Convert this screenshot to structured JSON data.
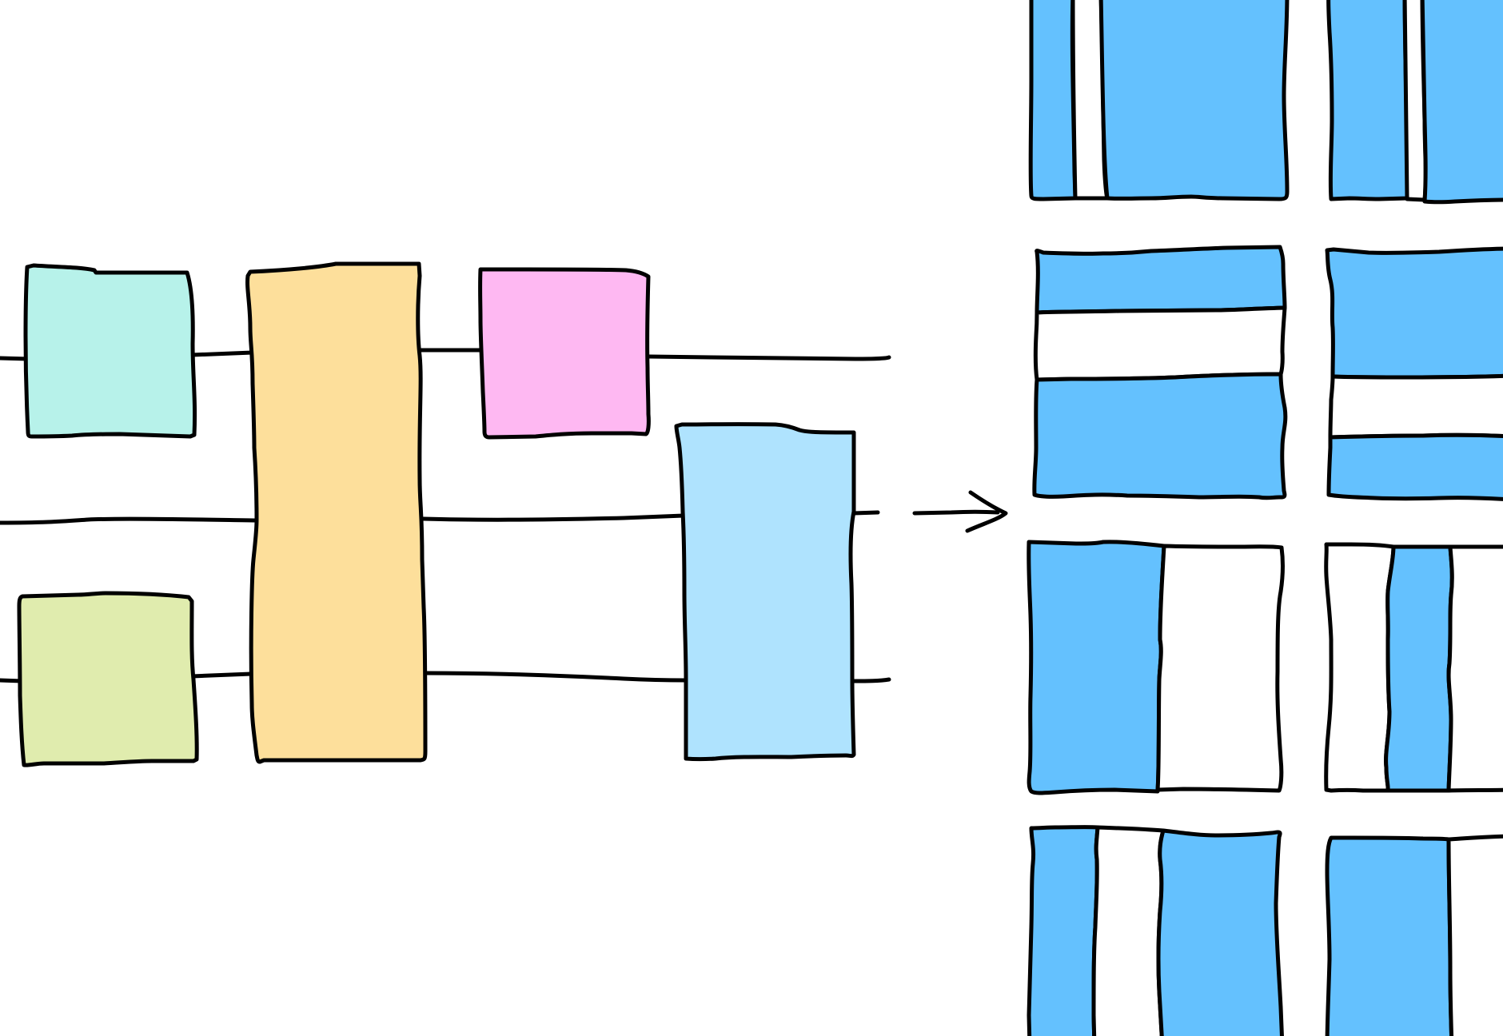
{
  "colors": {
    "stroke": "#000000",
    "background": "#ffffff",
    "gate_teal": "#b7f2ea",
    "gate_yellow_green": "#e0ecae",
    "gate_orange": "#fddf9b",
    "gate_pink": "#feb8f2",
    "gate_light_blue": "#afe3fe",
    "tile_blue": "#64c1fe",
    "tile_white": "#ffffff"
  },
  "circuit": {
    "wires": 3,
    "gates": [
      {
        "name": "single-qubit-gate-1",
        "color": "gate_teal",
        "wires": [
          1
        ]
      },
      {
        "name": "single-qubit-gate-2",
        "color": "gate_yellow_green",
        "wires": [
          3
        ]
      },
      {
        "name": "three-qubit-gate",
        "color": "gate_orange",
        "wires": [
          1,
          2,
          3
        ]
      },
      {
        "name": "single-qubit-gate-3",
        "color": "gate_pink",
        "wires": [
          1
        ]
      },
      {
        "name": "two-qubit-gate",
        "color": "gate_light_blue",
        "wires": [
          2,
          3
        ]
      }
    ]
  },
  "arrow": {
    "icon": "right-arrow-icon"
  },
  "tile_grid": {
    "rows": 4,
    "cols": 2,
    "fill_color": "tile_blue"
  }
}
